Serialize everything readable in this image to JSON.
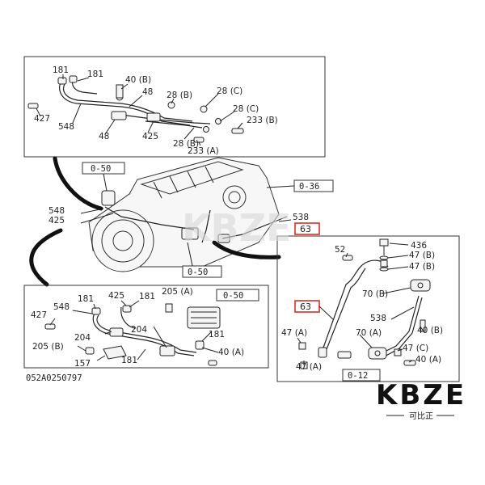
{
  "diagram": {
    "drawing_code": "052A0250797",
    "top_box_labels": [
      "181",
      "181",
      "40 (B)",
      "48",
      "28 (B)",
      "28 (C)",
      "427",
      "28 (C)",
      "233 (B)",
      "548",
      "48",
      "425",
      "28 (B)",
      "233 (A)"
    ],
    "bottom_left_labels": [
      "181",
      "425",
      "205 (A)",
      "548",
      "181",
      "427",
      "204",
      "204",
      "181",
      "205 (B)",
      "157",
      "181",
      "40 (A)"
    ],
    "right_box_labels": [
      "436",
      "52",
      "47 (B)",
      "47 (B)",
      "70 (B)",
      "538",
      "40 (B)",
      "47 (A)",
      "70 (A)",
      "47 (C)",
      "47 (A)",
      "40 (A)"
    ],
    "main_labels": [
      "548",
      "425",
      "538"
    ],
    "refs": [
      "0-50",
      "0-36",
      "0-50",
      "0-50",
      "0-12"
    ],
    "highlight_refs": [
      "63",
      "63"
    ]
  },
  "watermark": {
    "brand": "KBZE",
    "subtitle": "可比正"
  },
  "colors": {
    "highlight": "#d93025",
    "line": "#222222",
    "background": "#ffffff"
  }
}
